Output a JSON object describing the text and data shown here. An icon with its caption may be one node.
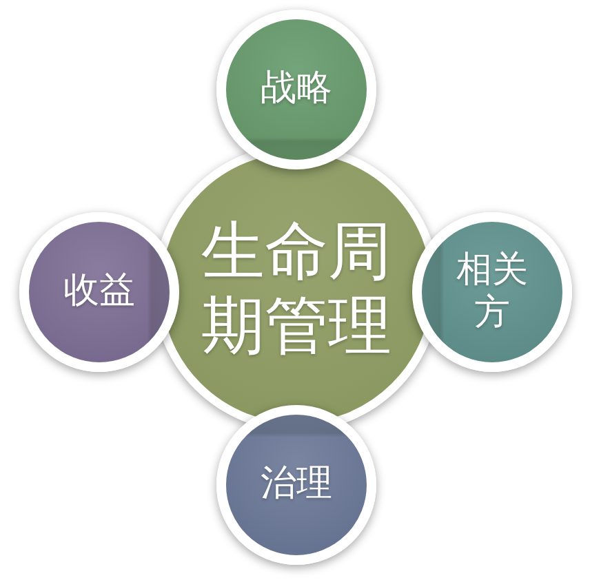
{
  "diagram": {
    "nodes": [
      {
        "text": [
          "生命周期管理"
        ]
      },
      {
        "text": [
          "战略"
        ]
      },
      {
        "text": [
          "相关方"
        ]
      },
      {
        "text": [
          "治理"
        ]
      },
      {
        "text": [
          "收益"
        ]
      }
    ]
  }
}
